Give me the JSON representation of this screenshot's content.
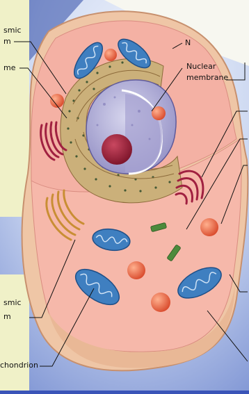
{
  "labels": {
    "top_left_1": "smic",
    "top_left_2": "m",
    "left_mid": "me",
    "top_cut": "N",
    "nuclear_membrane_1": "Nuclear",
    "nuclear_membrane_2": "membrane",
    "bottom_left_1": "smic",
    "bottom_left_2": "m",
    "mitochondrion": "chondrion"
  },
  "colors": {
    "slide_blue": "#3a54b8",
    "slide_light": "#dfe7f6",
    "panel_yellow": "#f0f1c8",
    "cytoplasm": "#f4b1a4",
    "cell_rim": "#efc6a6",
    "mitochondria": "#3f7fc0",
    "nucleus": "#b7b3da",
    "nucleolus": "#8c1f32",
    "golgi": "#e2a44c",
    "rough_er": "#cbb07a"
  }
}
